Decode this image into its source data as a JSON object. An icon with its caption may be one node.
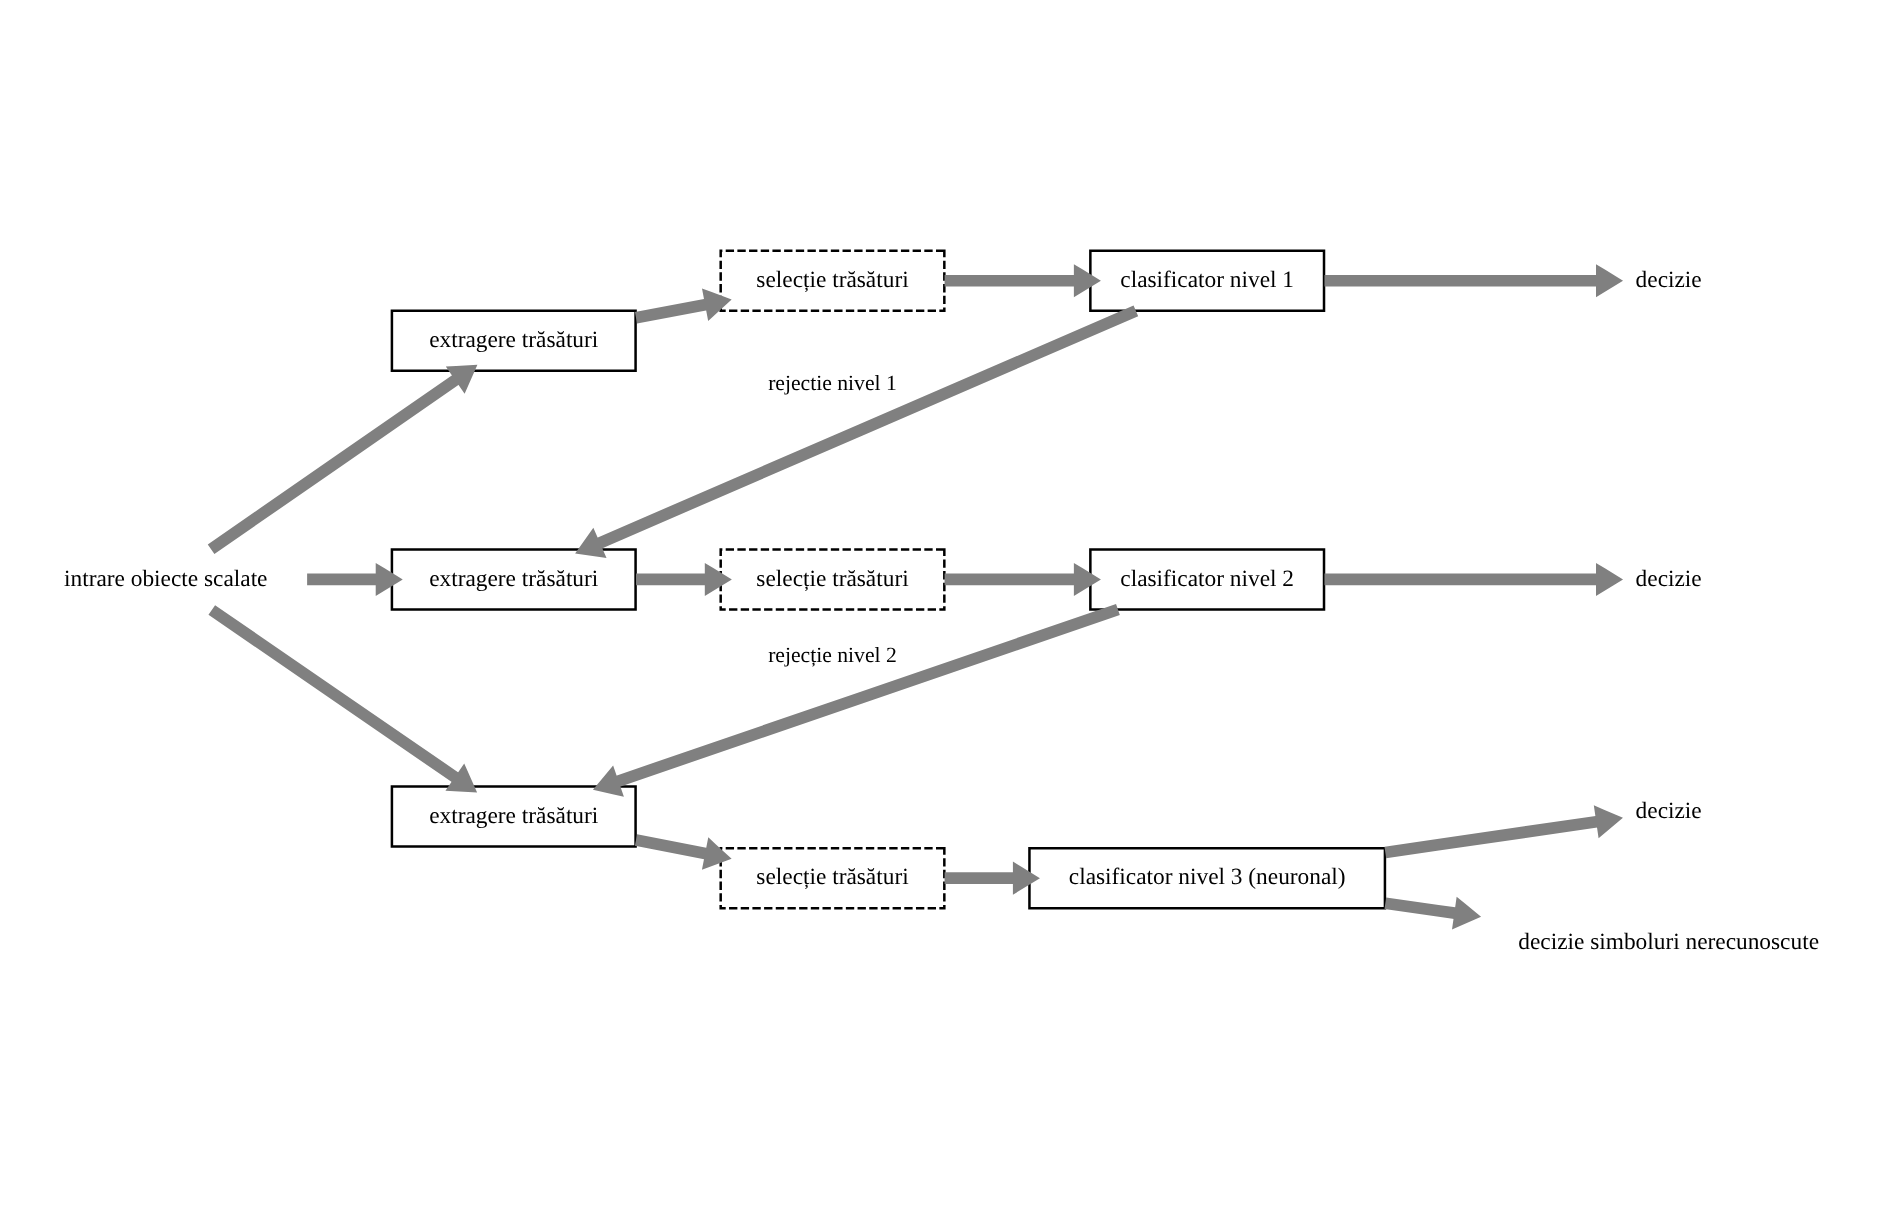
{
  "diagram": {
    "nodes": [
      {
        "text": [
          "intrare obiecte scalate"
        ]
      },
      {
        "text": [
          "extragere trăsături"
        ]
      },
      {
        "text": [
          "selecție trăsături"
        ]
      },
      {
        "text": [
          "clasificator nivel 1"
        ]
      },
      {
        "text": [
          "decizie"
        ]
      },
      {
        "text": [
          "extragere trăsături"
        ]
      },
      {
        "text": [
          "selecție trăsături"
        ]
      },
      {
        "text": [
          "clasificator nivel 2"
        ]
      },
      {
        "text": [
          "decizie"
        ]
      },
      {
        "text": [
          "extragere trăsături"
        ]
      },
      {
        "text": [
          "selecție trăsături"
        ]
      },
      {
        "text": [
          "clasificator nivel 3 (neuronal)"
        ]
      },
      {
        "text": [
          "decizie"
        ]
      },
      {
        "text": [
          "decizie simboluri nerecunoscute"
        ]
      }
    ],
    "edges": [
      {
        "from": 0,
        "to": 1,
        "arrow": "to"
      },
      {
        "from": 0,
        "to": 5,
        "arrow": "to"
      },
      {
        "from": 0,
        "to": 9,
        "arrow": "to"
      },
      {
        "from": 1,
        "to": 2,
        "arrow": "to"
      },
      {
        "from": 2,
        "to": 3,
        "arrow": "to"
      },
      {
        "from": 3,
        "to": 4,
        "arrow": "to"
      },
      {
        "from": 3,
        "to": 5,
        "arrow": "to",
        "label": "rejectie nivel 1"
      },
      {
        "from": 5,
        "to": 6,
        "arrow": "to"
      },
      {
        "from": 6,
        "to": 7,
        "arrow": "to"
      },
      {
        "from": 7,
        "to": 8,
        "arrow": "to"
      },
      {
        "from": 7,
        "to": 9,
        "arrow": "to",
        "label": "rejecție nivel 2"
      },
      {
        "from": 9,
        "to": 10,
        "arrow": "to"
      },
      {
        "from": 10,
        "to": 11,
        "arrow": "to"
      },
      {
        "from": 11,
        "to": 12,
        "arrow": "to"
      },
      {
        "from": 11,
        "to": 13,
        "arrow": "to"
      }
    ]
  }
}
